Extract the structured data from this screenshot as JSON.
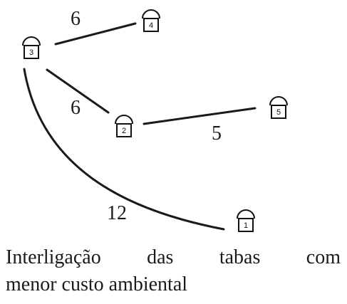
{
  "diagram": {
    "huts": [
      {
        "id": "3",
        "label": "3"
      },
      {
        "id": "4",
        "label": "4"
      },
      {
        "id": "2",
        "label": "2"
      },
      {
        "id": "5",
        "label": "5"
      },
      {
        "id": "1",
        "label": "1"
      }
    ],
    "edges": [
      {
        "from": "3",
        "to": "4",
        "weight": "6"
      },
      {
        "from": "3",
        "to": "2",
        "weight": "6"
      },
      {
        "from": "2",
        "to": "5",
        "weight": "5"
      },
      {
        "from": "3",
        "to": "1",
        "weight": "12"
      }
    ]
  },
  "caption": {
    "line1_words": [
      "Interligação",
      "das",
      "tabas",
      "com"
    ],
    "line2": "menor custo ambiental"
  }
}
